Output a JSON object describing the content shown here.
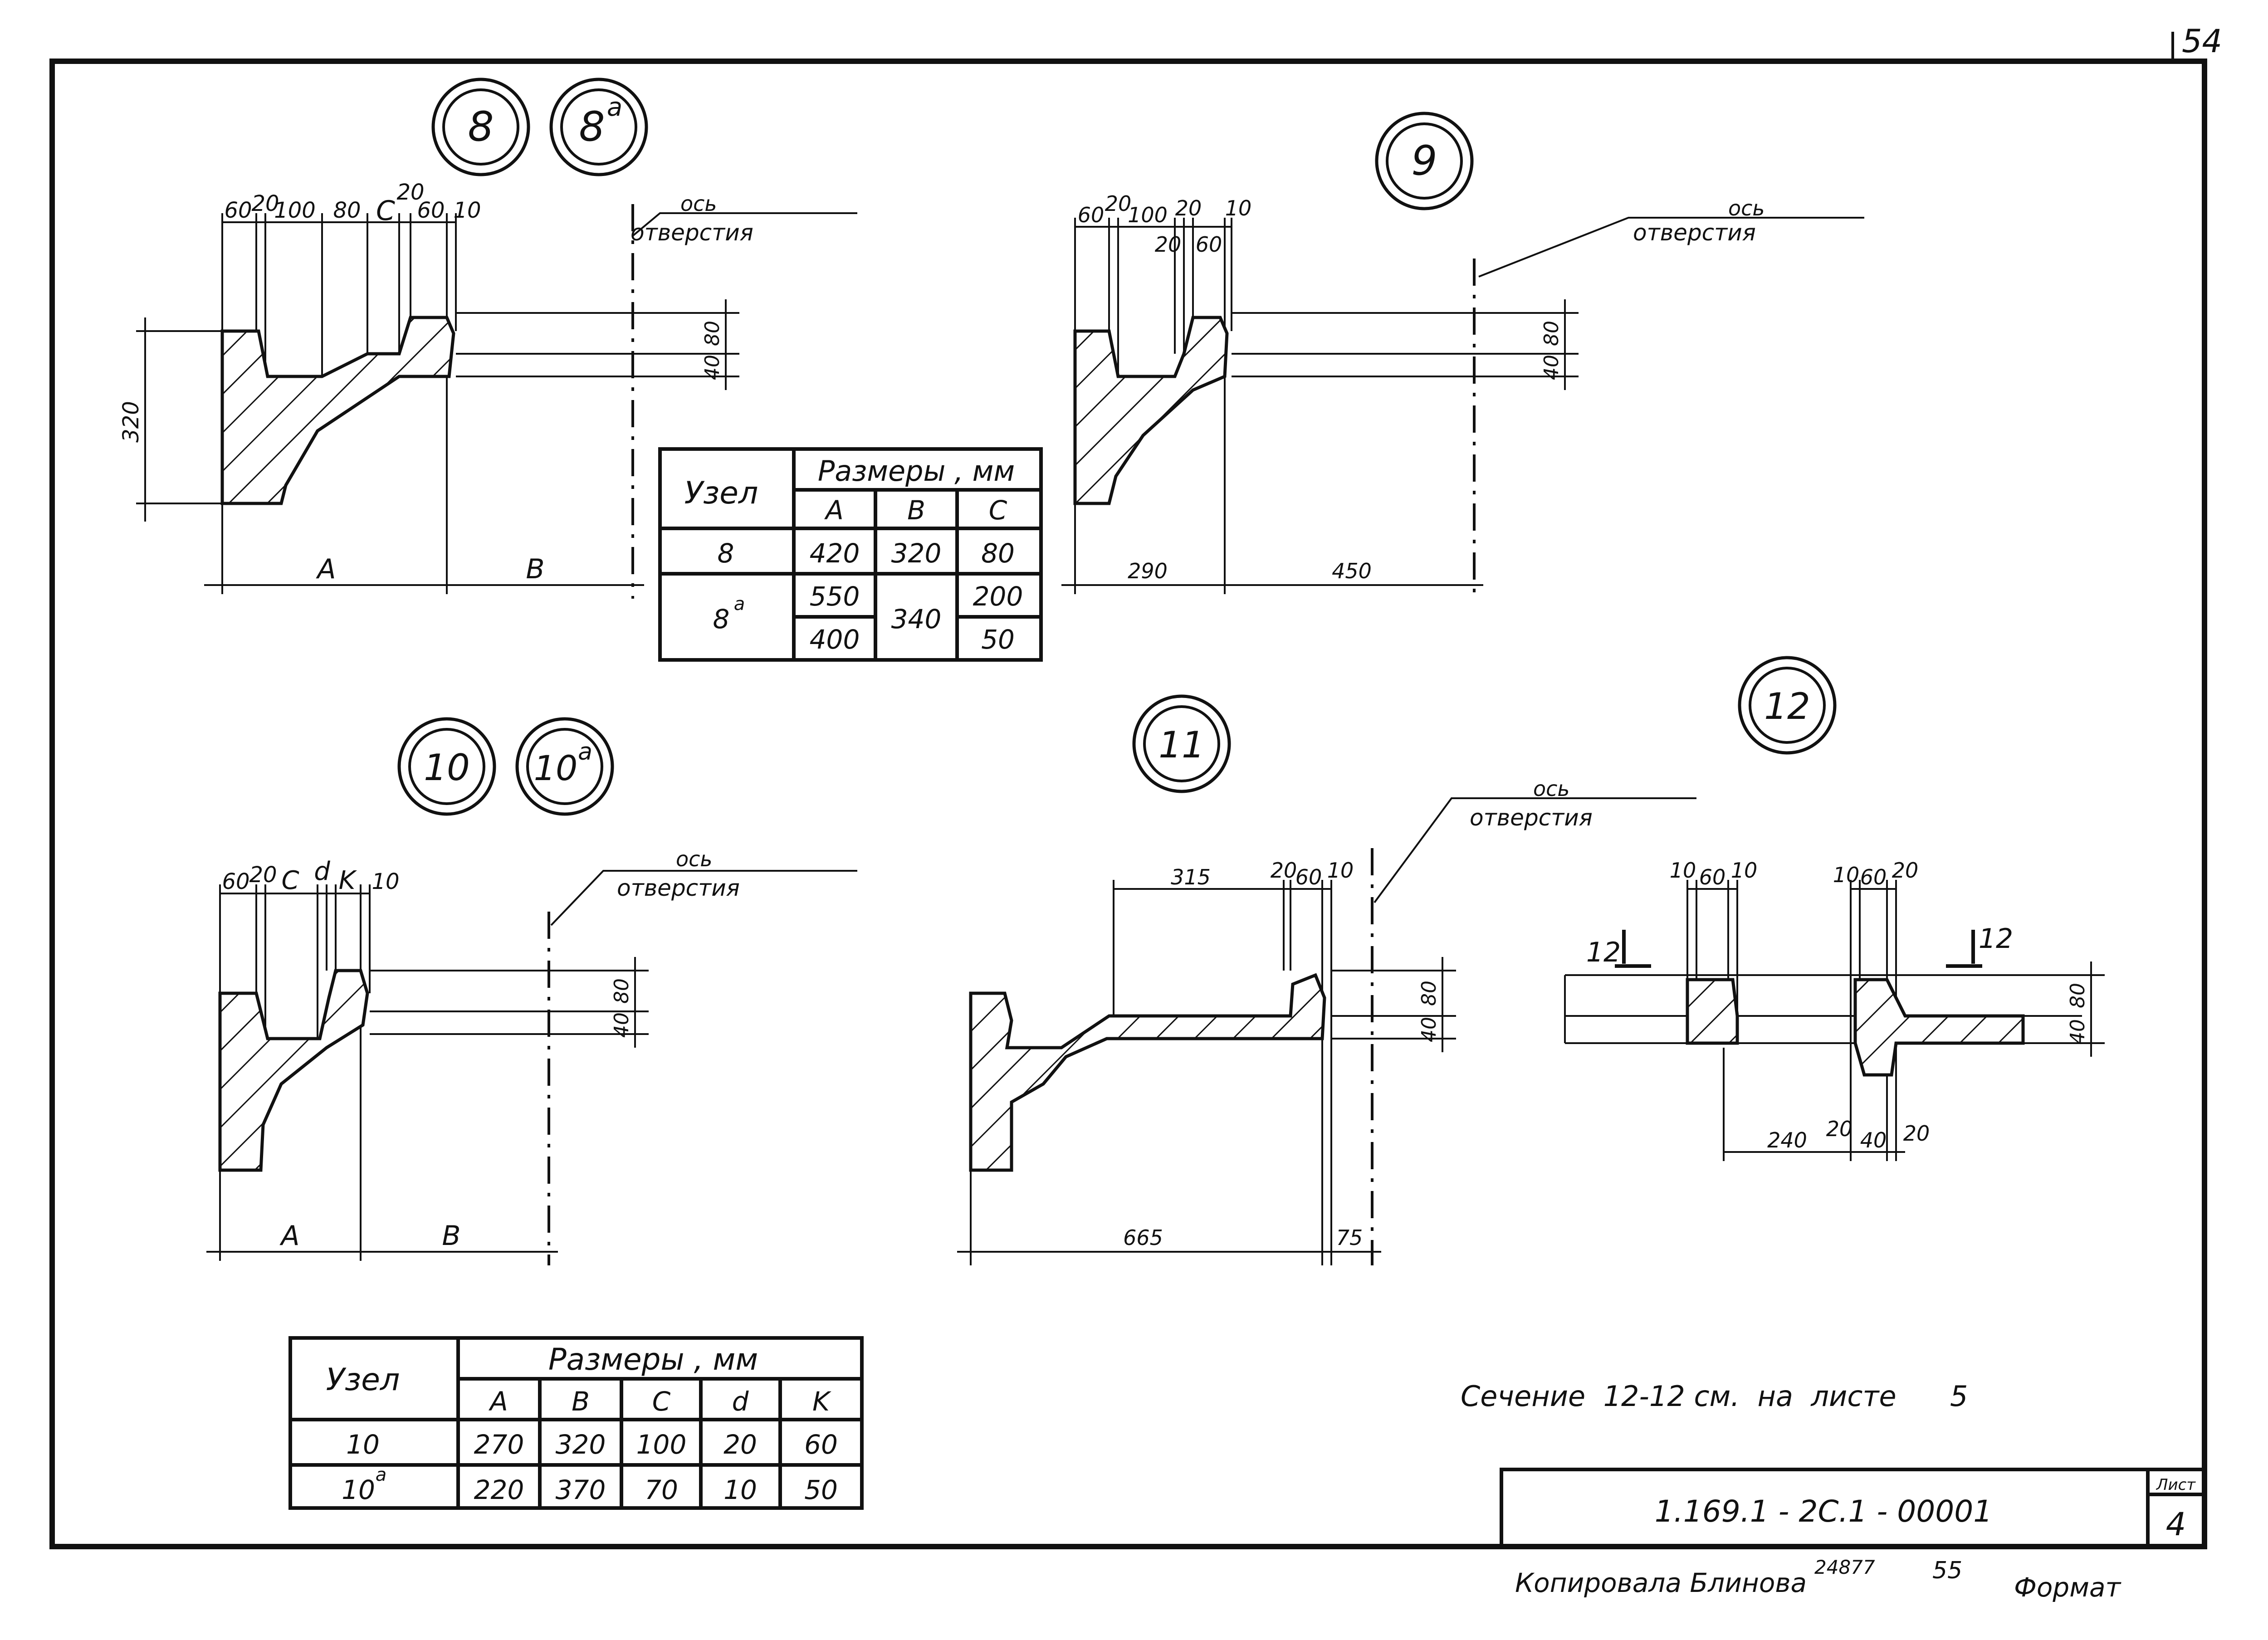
{
  "sheet_corner_number": "54",
  "nodes": {
    "n8": "8",
    "n8a_base": "8",
    "n8a_sup": "a",
    "n9": "9",
    "n10": "10",
    "n10a_base": "10",
    "n10a_sup": "a",
    "n11": "11",
    "n12": "12"
  },
  "axis_note": {
    "line1": "ось",
    "line2": "отверстия"
  },
  "detail8": {
    "top_dims": [
      "60",
      "20",
      "100",
      "80",
      "C",
      "20",
      "60",
      "10"
    ],
    "height": "320",
    "right_dims": [
      "80",
      "40"
    ],
    "bottom": [
      "A",
      "B"
    ]
  },
  "detail9": {
    "top_dims": [
      "60",
      "20",
      "100",
      "20",
      "20",
      "60",
      "10"
    ],
    "right_dims": [
      "80",
      "40"
    ],
    "bottom": [
      "290",
      "450"
    ]
  },
  "detail10": {
    "top_dims": [
      "60",
      "20",
      "C",
      "d",
      "K",
      "10"
    ],
    "right_dims": [
      "80",
      "40"
    ],
    "bottom": [
      "A",
      "B"
    ]
  },
  "detail11": {
    "top_dims": [
      "315",
      "20",
      "60",
      "10"
    ],
    "right_dims": [
      "80",
      "40"
    ],
    "bottom": [
      "665",
      "75"
    ]
  },
  "detail12": {
    "top_left": [
      "10",
      "60",
      "10"
    ],
    "top_right": [
      "10",
      "60",
      "20"
    ],
    "section_mark": "12",
    "right_dims": [
      "80",
      "40"
    ],
    "bottom": [
      "240",
      "20",
      "40",
      "20"
    ]
  },
  "table1": {
    "head_node": "Узел",
    "head_sizes": "Размеры , мм",
    "cols": [
      "A",
      "B",
      "C"
    ],
    "rows": [
      {
        "node": "8",
        "A": "420",
        "B": "320",
        "C": "80"
      },
      {
        "node": "8",
        "node_sup": "a",
        "A": "550",
        "B": "340",
        "C": "200"
      },
      {
        "A": "400",
        "C": "50"
      }
    ]
  },
  "table2": {
    "head_node": "Узел",
    "head_sizes": "Размеры , мм",
    "cols": [
      "A",
      "B",
      "C",
      "d",
      "K"
    ],
    "rows": [
      {
        "node": "10",
        "A": "270",
        "B": "320",
        "C": "100",
        "d": "20",
        "K": "60"
      },
      {
        "node": "10",
        "node_sup": "a",
        "A": "220",
        "B": "370",
        "C": "70",
        "d": "10",
        "K": "50"
      }
    ]
  },
  "section_note": "Сечение  12-12 см.  на  листе      5",
  "title_block": {
    "code": "1.169.1 - 2C.1 - 00001",
    "sheet_label": "Лист",
    "sheet_number": "4"
  },
  "footer": {
    "copied": "Копировала  Блинова",
    "order": "24877",
    "num": "55",
    "format": "Формат"
  }
}
